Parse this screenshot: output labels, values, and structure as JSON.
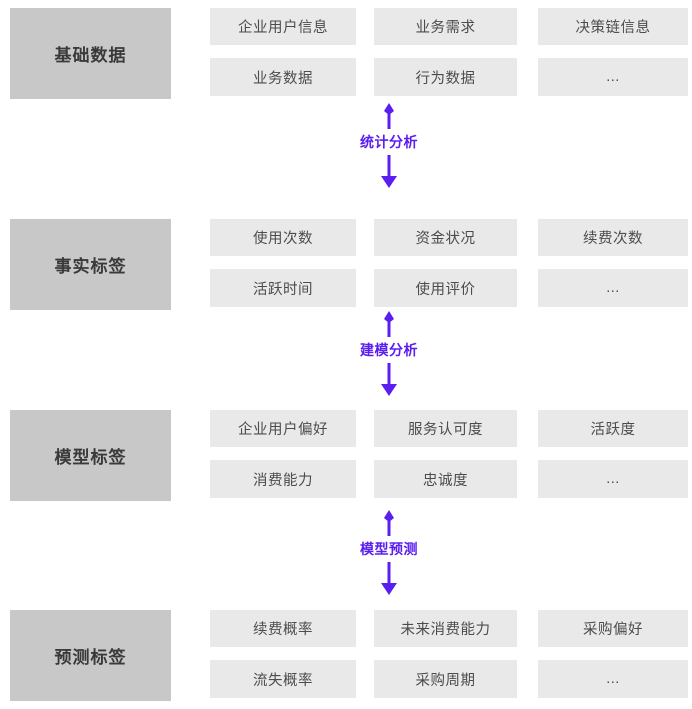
{
  "colors": {
    "accent": "#5b1ef0",
    "title-bg": "#c8c8c8",
    "item-bg": "#e9e9e9",
    "title-text": "#3a3a3a",
    "item-text": "#4c4c4c",
    "canvas-bg": "#ffffff"
  },
  "sections": [
    {
      "title": "基础数据",
      "items": [
        "企业用户信息",
        "业务需求",
        "决策链信息",
        "业务数据",
        "行为数据",
        "..."
      ]
    },
    {
      "title": "事实标签",
      "items": [
        "使用次数",
        "资金状况",
        "续费次数",
        "活跃时间",
        "使用评价",
        "..."
      ]
    },
    {
      "title": "模型标签",
      "items": [
        "企业用户偏好",
        "服务认可度",
        "活跃度",
        "消费能力",
        "忠诚度",
        "..."
      ]
    },
    {
      "title": "预测标签",
      "items": [
        "续费概率",
        "未来消费能力",
        "采购偏好",
        "流失概率",
        "采购周期",
        "..."
      ]
    }
  ],
  "connectors": [
    {
      "label": "统计分析"
    },
    {
      "label": "建模分析"
    },
    {
      "label": "模型预测"
    }
  ]
}
